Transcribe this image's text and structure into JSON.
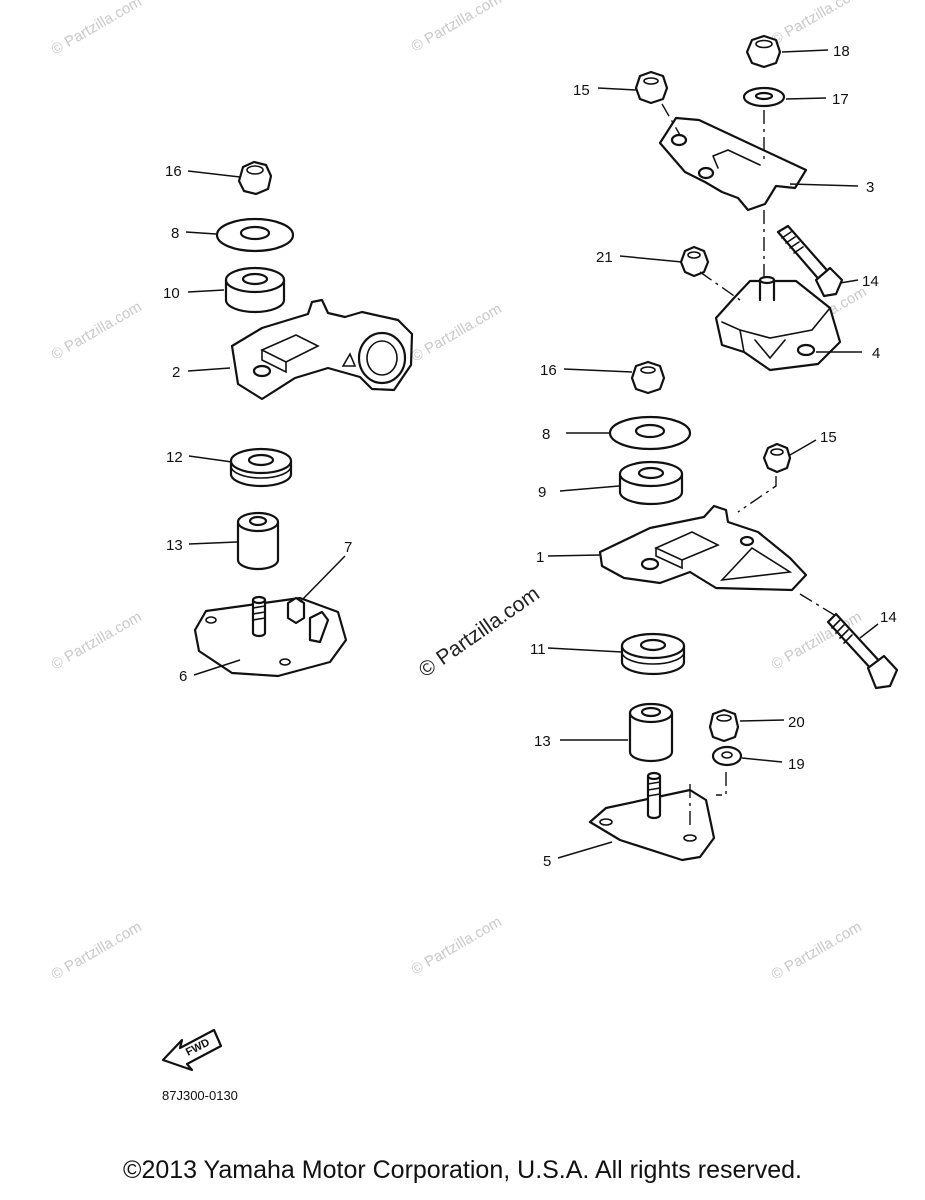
{
  "callouts": {
    "c1": "1",
    "c2": "2",
    "c3": "3",
    "c4": "4",
    "c5": "5",
    "c6": "6",
    "c7": "7",
    "c8a": "8",
    "c8b": "8",
    "c9": "9",
    "c10": "10",
    "c11": "11",
    "c12": "12",
    "c13a": "13",
    "c13b": "13",
    "c14a": "14",
    "c14b": "14",
    "c15a": "15",
    "c15b": "15",
    "c16a": "16",
    "c16b": "16",
    "c17": "17",
    "c18": "18",
    "c19": "19",
    "c20": "20",
    "c21": "21"
  },
  "watermark": "© Partzilla.com",
  "fwd_label": "FWD",
  "diagram_code": "87J300-0130",
  "copyright": "©2013 Yamaha Motor Corporation, U.S.A. All rights reserved."
}
